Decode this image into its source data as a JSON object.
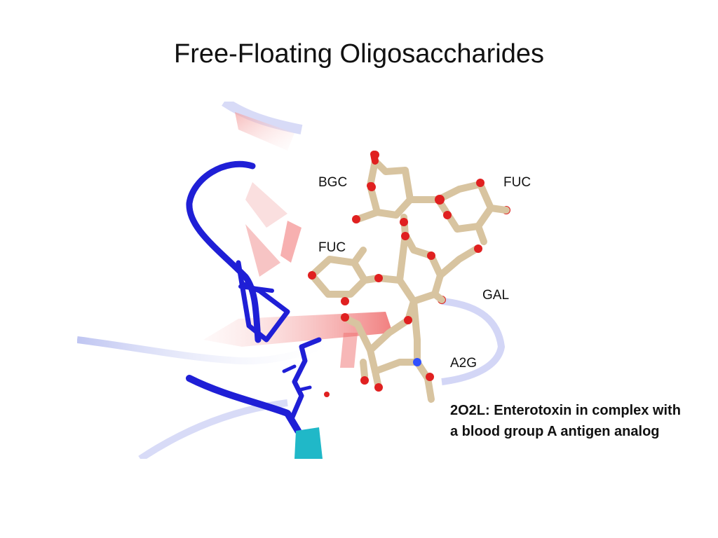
{
  "slide": {
    "title": "Free-Floating Oligosaccharides"
  },
  "figure": {
    "labels": {
      "bgc": "BGC",
      "fuc_top": "FUC",
      "fuc_left": "FUC",
      "gal": "GAL",
      "a2g": "A2G"
    },
    "colors": {
      "protein_loop": "#1f1fd6",
      "beta_strand": "#f2a0a0",
      "carbon": "#d8c4a0",
      "oxygen": "#e02020",
      "nitrogen": "#3050ff",
      "helix": "#20b8c8"
    }
  },
  "caption": {
    "text": "2O2L:  Enterotoxin in complex with a blood group A antigen analog"
  }
}
